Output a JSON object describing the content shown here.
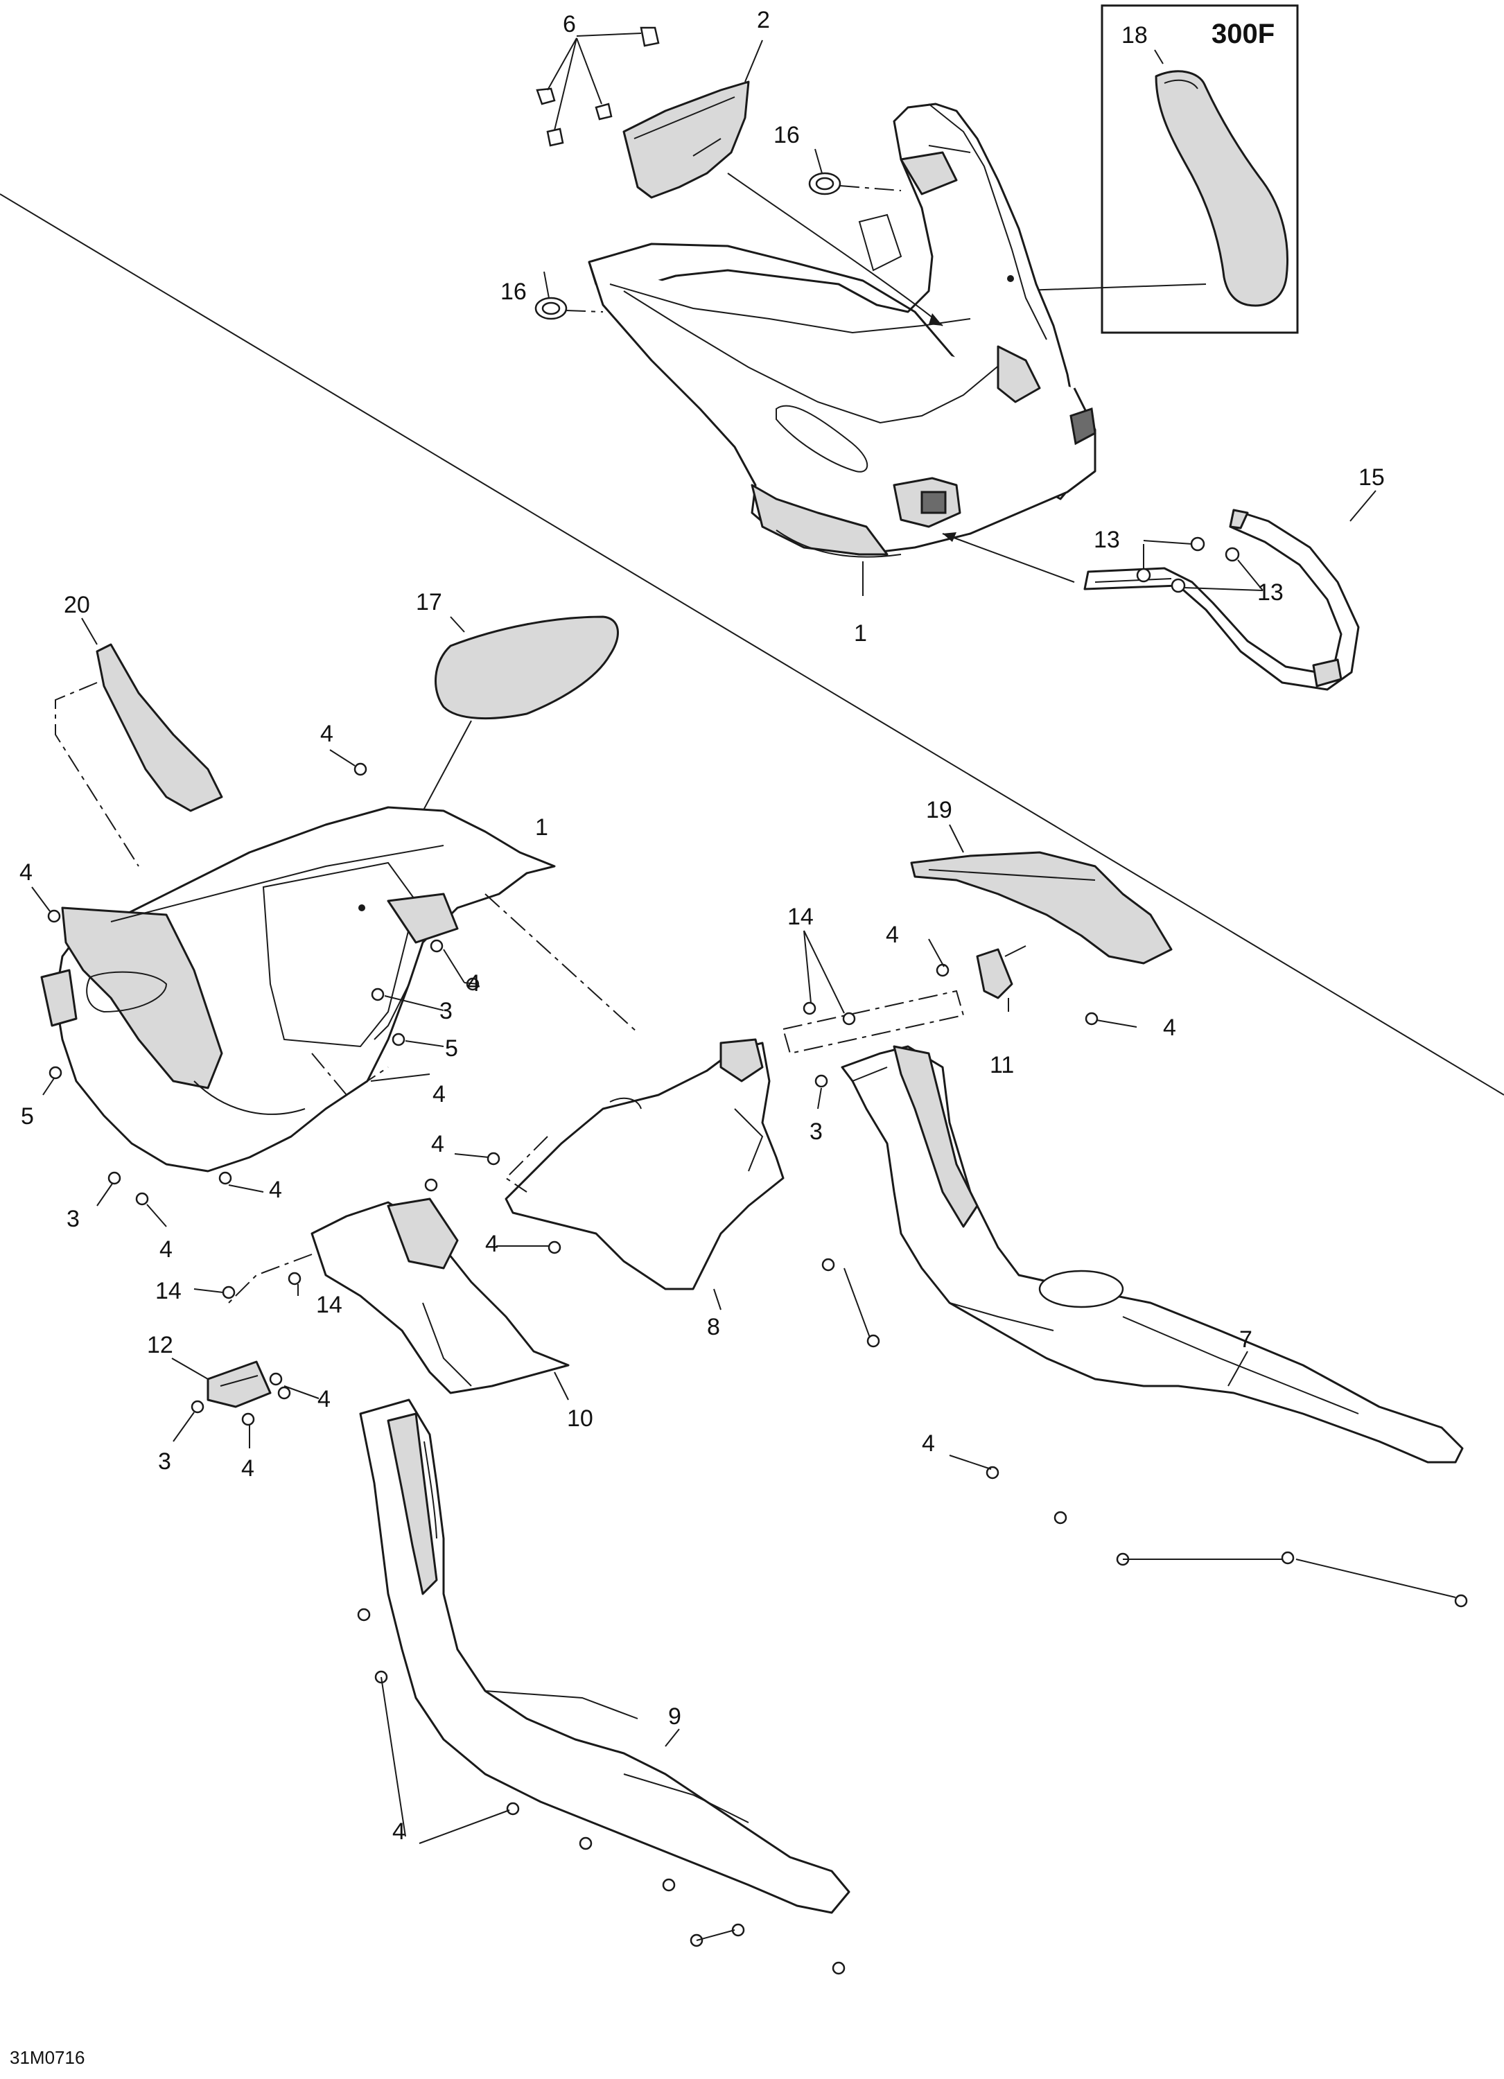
{
  "diagram": {
    "inset_tag": "300F",
    "drawing_number": "31M0716",
    "callouts": {
      "c6": "6",
      "c2": "2",
      "c16a": "16",
      "c16b": "16",
      "c18": "18",
      "c1_top": "1",
      "c15": "15",
      "c13a": "13",
      "c13b": "13",
      "c20": "20",
      "c17": "17",
      "c4_upper": "4",
      "c1_mid": "1",
      "c4_left": "4",
      "c4_a": "4",
      "c3_a": "3",
      "c5_a": "5",
      "c4_b": "4",
      "c5_left": "5",
      "c3_left": "3",
      "c4_c": "4",
      "c4_d": "4",
      "c14_top": "14",
      "c4_e": "4",
      "c19": "19",
      "c4_f": "4",
      "c11": "11",
      "c3_right": "3",
      "c4_g": "4",
      "c4_h": "4",
      "c8": "8",
      "c14_l1": "14",
      "c14_l2": "14",
      "c10": "10",
      "c12": "12",
      "c4_i": "4",
      "c3_b": "3",
      "c4_j": "4",
      "c7": "7",
      "c4_k": "4",
      "c9": "9",
      "c4_l": "4"
    }
  },
  "colors": {
    "line": "#1a1a1a",
    "shade": "#d9d9d9",
    "background": "#ffffff"
  }
}
